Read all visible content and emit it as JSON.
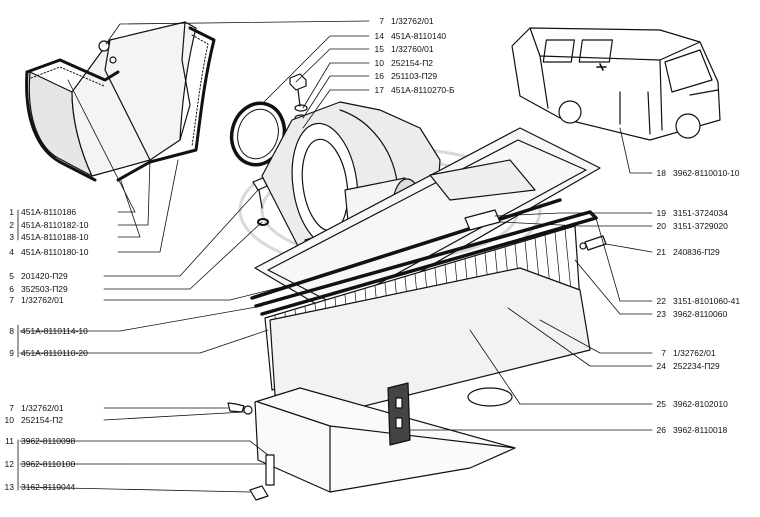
{
  "labels_right_top": [
    {
      "num": "7",
      "code": "1/32762/01"
    },
    {
      "num": "14",
      "code": "451А-8110140"
    },
    {
      "num": "15",
      "code": "1/32760/01"
    },
    {
      "num": "10",
      "code": "252154-П2"
    },
    {
      "num": "16",
      "code": "251103-П29"
    },
    {
      "num": "17",
      "code": "451А-8110270-Б"
    }
  ],
  "label_18": {
    "num": "18",
    "code": "3962-8110010-10"
  },
  "labels_right_mid": [
    {
      "num": "19",
      "code": "3151-3724034"
    },
    {
      "num": "20",
      "code": "3151-3729020"
    },
    {
      "num": "21",
      "code": "240836-П29"
    },
    {
      "num": "22",
      "code": "3151-8101060-41"
    },
    {
      "num": "23",
      "code": "3962-8110060"
    },
    {
      "num": "7",
      "code": "1/32762/01"
    },
    {
      "num": "24",
      "code": "252234-П29"
    },
    {
      "num": "25",
      "code": "3962-8102010"
    },
    {
      "num": "26",
      "code": "3962-8110018"
    }
  ],
  "labels_left": [
    {
      "num": "1",
      "code": "451А-8110186"
    },
    {
      "num": "2",
      "code": "451А-8110182-10"
    },
    {
      "num": "3",
      "code": "451А-8110188-10"
    },
    {
      "num": "4",
      "code": "451А-8110180-10"
    },
    {
      "num": "5",
      "code": "201420-П29"
    },
    {
      "num": "6",
      "code": "352503-П29"
    },
    {
      "num": "7",
      "code": "1/32762/01"
    },
    {
      "num": "8",
      "code": "451А-8110114-10"
    },
    {
      "num": "9",
      "code": "451А-8110110-20"
    },
    {
      "num": "7",
      "code": "1/32762/01"
    },
    {
      "num": "10",
      "code": "252154-П2"
    },
    {
      "num": "11",
      "code": "3962-8110098"
    },
    {
      "num": "12",
      "code": "3962-8110100"
    },
    {
      "num": "13",
      "code": "3162-8119044"
    }
  ],
  "colors": {
    "ink": "#111111",
    "paper": "#ffffff",
    "shade": "#d8d8d8",
    "watermark": "#cfcfcf"
  }
}
